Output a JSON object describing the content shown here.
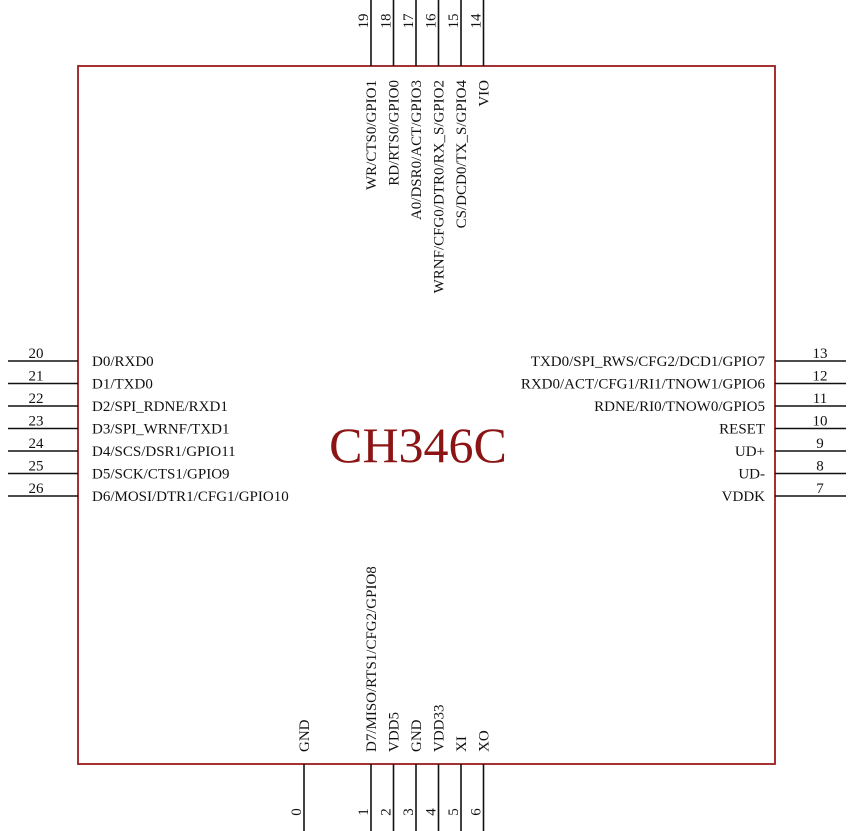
{
  "chip": {
    "name": "CH346C",
    "body_color": "#9b1c1c",
    "title_color": "#8b1515"
  },
  "pins": {
    "left": [
      {
        "num": "20",
        "name": "D0/RXD0"
      },
      {
        "num": "21",
        "name": "D1/TXD0"
      },
      {
        "num": "22",
        "name": "D2/SPI_RDNE/RXD1"
      },
      {
        "num": "23",
        "name": "D3/SPI_WRNF/TXD1"
      },
      {
        "num": "24",
        "name": "D4/SCS/DSR1/GPIO11"
      },
      {
        "num": "25",
        "name": "D5/SCK/CTS1/GPIO9"
      },
      {
        "num": "26",
        "name": "D6/MOSI/DTR1/CFG1/GPIO10"
      }
    ],
    "right": [
      {
        "num": "13",
        "name": "TXD0/SPI_RWS/CFG2/DCD1/GPIO7"
      },
      {
        "num": "12",
        "name": "RXD0/ACT/CFG1/RI1/TNOW1/GPIO6"
      },
      {
        "num": "11",
        "name": "RDNE/RI0/TNOW0/GPIO5"
      },
      {
        "num": "10",
        "name": "RESET"
      },
      {
        "num": "9",
        "name": "UD+"
      },
      {
        "num": "8",
        "name": "UD-"
      },
      {
        "num": "7",
        "name": "VDDK"
      }
    ],
    "top": [
      {
        "num": "19",
        "name": "WR/CTS0/GPIO1"
      },
      {
        "num": "18",
        "name": "RD/RTS0/GPIO0"
      },
      {
        "num": "17",
        "name": "A0/DSR0/ACT/GPIO3"
      },
      {
        "num": "16",
        "name": "WRNF/CFG0/DTR0/RX_S/GPIO2"
      },
      {
        "num": "15",
        "name": "CS/DCD0/TX_S/GPIO4"
      },
      {
        "num": "14",
        "name": "VIO"
      }
    ],
    "bottom": [
      {
        "num": "0",
        "name": "GND"
      },
      {
        "num": "1",
        "name": "D7/MISO/RTS1/CFG2/GPIO8"
      },
      {
        "num": "2",
        "name": "VDD5"
      },
      {
        "num": "3",
        "name": "GND"
      },
      {
        "num": "4",
        "name": "VDD33"
      },
      {
        "num": "5",
        "name": "XI"
      },
      {
        "num": "6",
        "name": "XO"
      }
    ]
  }
}
